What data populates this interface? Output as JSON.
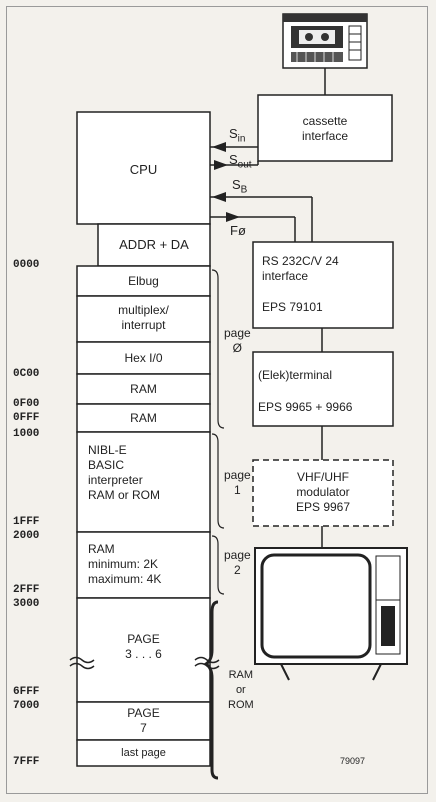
{
  "cpu": {
    "label": "CPU",
    "addr_label": "ADDR + DA"
  },
  "signals": {
    "s_in": "S",
    "s_in_sub": "in",
    "s_out": "S",
    "s_out_sub": "out",
    "s_b": "S",
    "s_b_sub": "B",
    "f0": "Fø"
  },
  "memory_blocks": [
    {
      "id": "elbug",
      "label": "Elbug"
    },
    {
      "id": "multiplex",
      "label": "multiplex/\ninterrupt"
    },
    {
      "id": "hexio",
      "label": "Hex I/0"
    },
    {
      "id": "ram1",
      "label": "RAM"
    },
    {
      "id": "ram2",
      "label": "RAM"
    },
    {
      "id": "nibl",
      "label": "NIBL-E\nBASIC\ninterpreter\nRAM or ROM"
    },
    {
      "id": "ram3",
      "label": "RAM\nminimum: 2K\nmaximum: 4K"
    },
    {
      "id": "page36",
      "label": "PAGE\n3 . . . 6"
    },
    {
      "id": "page7",
      "label": "PAGE\n7"
    },
    {
      "id": "lastpage",
      "label": "last page"
    }
  ],
  "addresses": [
    "0000",
    "0C00",
    "0F00",
    "0FFF",
    "1000",
    "1FFF",
    "2000",
    "2FFF",
    "3000",
    "6FFF",
    "7000",
    "7FFF"
  ],
  "pages": {
    "page0": "page\nØ",
    "page1": "page\n1",
    "page2": "page\n2",
    "ram_rom": "RAM\nor\nROM"
  },
  "peripherals": {
    "cassette_interface": "cassette\ninterface",
    "rs232": "RS 232C/V 24\ninterface",
    "eps79101": "EPS 79101",
    "terminal": "(Elek)terminal",
    "eps9965": "EPS 9965 + 9966",
    "modulator": "VHF/UHF\nmodulator\nEPS 9967"
  },
  "figure_code": "79097"
}
